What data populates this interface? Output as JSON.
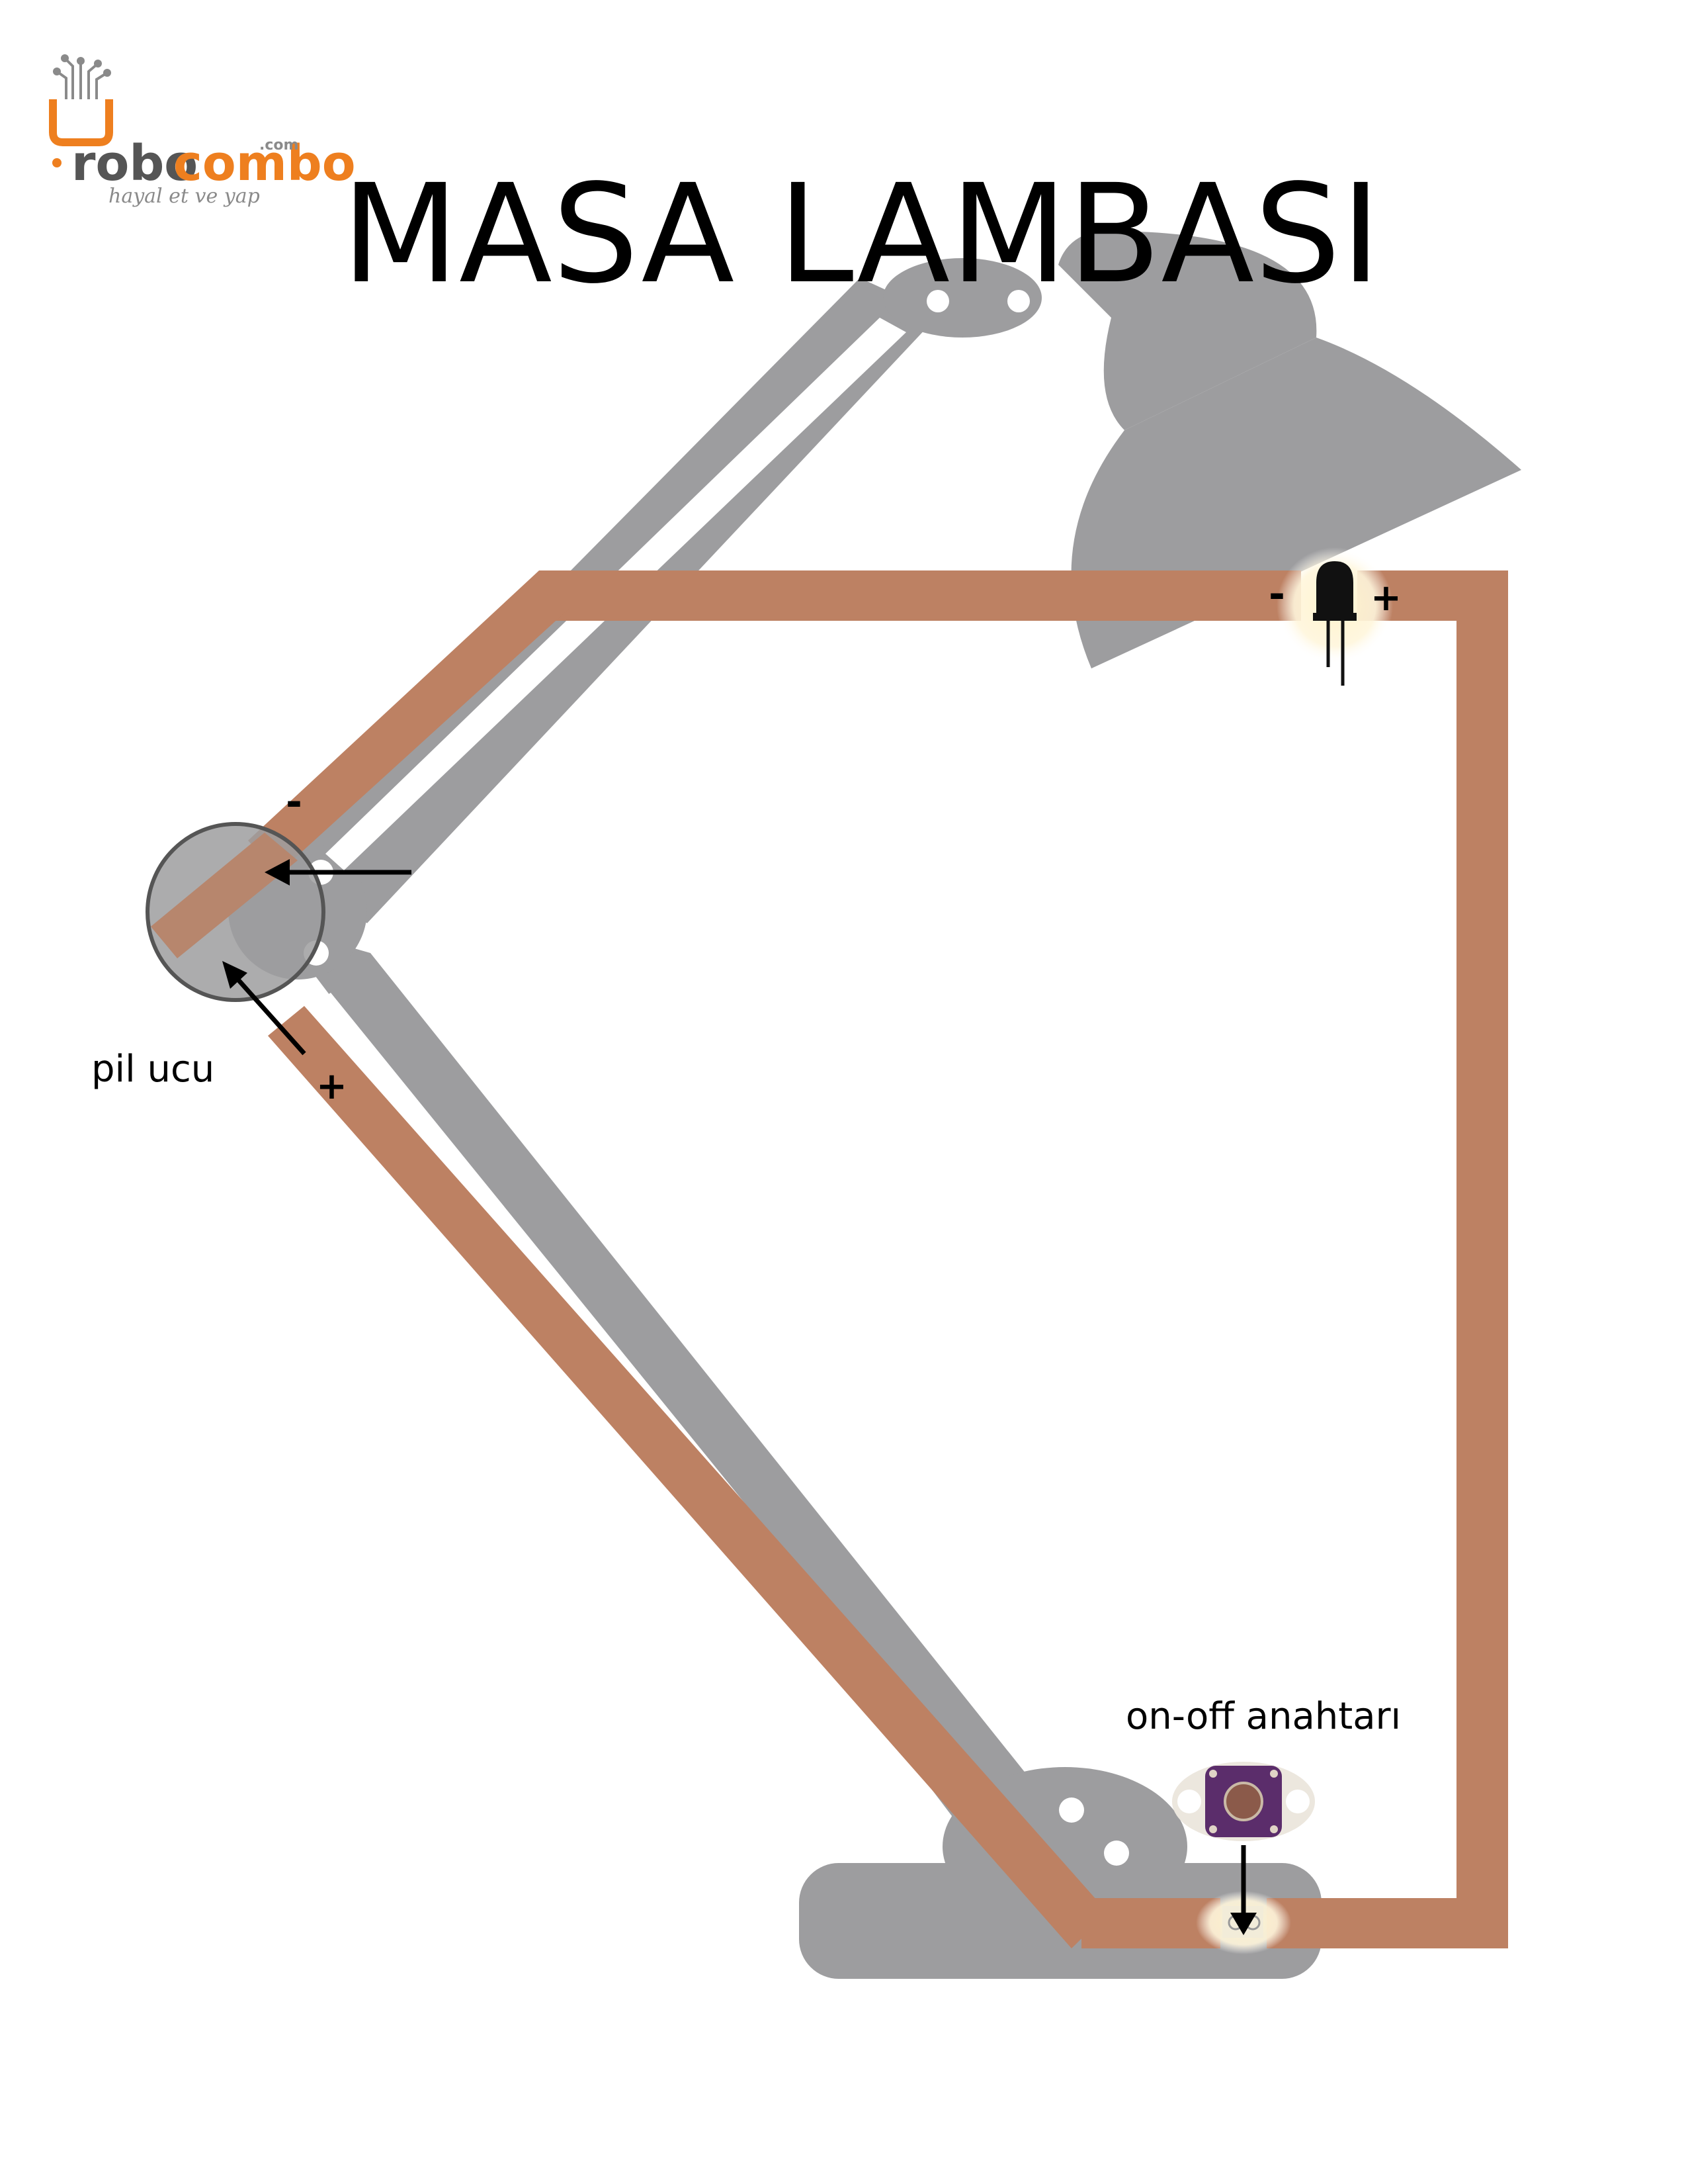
{
  "brand": {
    "part1": "robo",
    "part2": "combo",
    "suffix": ".com",
    "tagline": "hayal et ve yap",
    "color_primary": "#ee7f1f",
    "color_secondary": "#555555"
  },
  "title": "MASA LAMBASI",
  "labels": {
    "battery": "pil ucu",
    "switch": "on-off anahtarı",
    "battery_minus": "-",
    "battery_plus": "+",
    "led_minus": "-",
    "led_plus": "+"
  },
  "colors": {
    "lamp": "#9d9d9f",
    "copper_tape": "#bd8163",
    "glow": "#fff6d8",
    "switch_board": "#5b2d6b",
    "ink": "#000000"
  },
  "icons": {
    "logo": "robocombo-logo-icon",
    "led": "led-icon",
    "switch": "lilypad-switch-icon",
    "battery": "coin-cell-battery-icon"
  }
}
